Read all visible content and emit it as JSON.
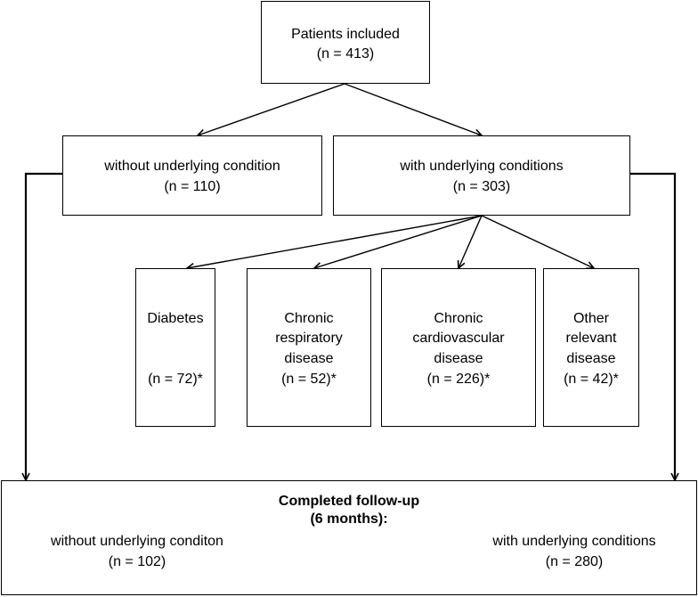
{
  "top": {
    "line1": "Patients included",
    "line2": "(n = 413)"
  },
  "left": {
    "line1": "without underlying condition",
    "line2": "(n = 110)"
  },
  "right": {
    "line1": "with underlying conditions",
    "line2": "(n =  303)"
  },
  "conditions": [
    {
      "lines": [
        "Diabetes"
      ],
      "n": "(n = 72)*"
    },
    {
      "lines": [
        "Chronic",
        "respiratory",
        "disease"
      ],
      "n": "(n = 52)*"
    },
    {
      "lines": [
        "Chronic",
        "cardiovascular",
        "disease"
      ],
      "n": "(n = 226)*"
    },
    {
      "lines": [
        "Other",
        "relevant",
        "disease"
      ],
      "n": "(n = 42)*"
    }
  ],
  "followup": {
    "title1": "Completed follow-up",
    "title2": "(6 months):",
    "left_line1": "without underlying conditon",
    "left_line2": "(n = 102)",
    "right_line1": "with underlying conditions",
    "right_line2": "(n =  280)"
  }
}
